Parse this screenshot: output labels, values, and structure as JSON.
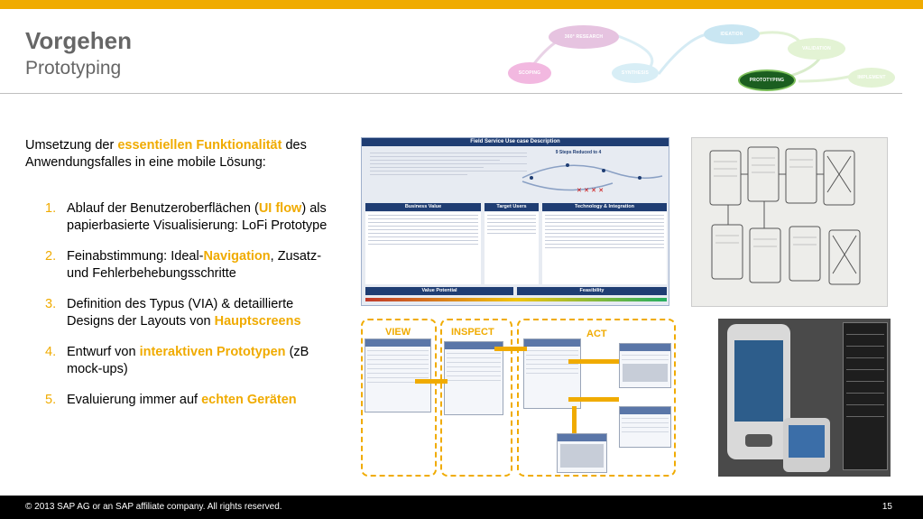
{
  "header": {
    "title": "Vorgehen",
    "subtitle": "Prototyping"
  },
  "nav_bubbles": {
    "research": "360° RESEARCH",
    "scoping": "SCOPING",
    "synthesis": "SYNTHESIS",
    "ideation": "IDEATION",
    "validation": "VALIDATION",
    "prototyping": "PROTOTYPING",
    "implement": "IMPLEMENT"
  },
  "intro": {
    "before": "Umsetzung der ",
    "highlight": "essentiellen Funktionalität",
    "after": " des Anwendungsfalles in eine mobile Lösung:"
  },
  "steps": [
    {
      "num": "1.",
      "before": "Ablauf der Benutzeroberflächen (",
      "highlight": "UI flow",
      "after": ") als papierbasierte Visualisierung: LoFi Prototype"
    },
    {
      "num": "2.",
      "before": "Feinabstimmung: Ideal-",
      "highlight": "Navigation",
      "after": ", Zusatz- und Fehlerbehebungsschritte"
    },
    {
      "num": "3.",
      "before": "Definition des Typus (VIA) & detaillierte Designs der Layouts von ",
      "highlight": "Hauptscreens",
      "after": ""
    },
    {
      "num": "4.",
      "before": "Entwurf von ",
      "highlight": "interaktiven Prototypen",
      "after": " (zB mock-ups)"
    },
    {
      "num": "5.",
      "before": "Evaluierung immer auf ",
      "highlight": "echten Geräten",
      "after": ""
    }
  ],
  "usecase": {
    "title": "Field Service Use case Description",
    "steps_reduced": "9 Steps Reduced to 4",
    "headers": [
      "Business Value",
      "Target Users",
      "Technology & Integration"
    ],
    "value_potential": "Value Potential",
    "feasibility": "Feasibility"
  },
  "prototype_labels": {
    "view": "VIEW",
    "inspect": "INSPECT",
    "act": "ACT"
  },
  "footer": {
    "copyright": "© 2013 SAP AG or an SAP affiliate company. All rights reserved.",
    "page": "15"
  },
  "colors": {
    "accent": "#f0ab00",
    "title_gray": "#666666",
    "footer_bg": "#000000"
  }
}
